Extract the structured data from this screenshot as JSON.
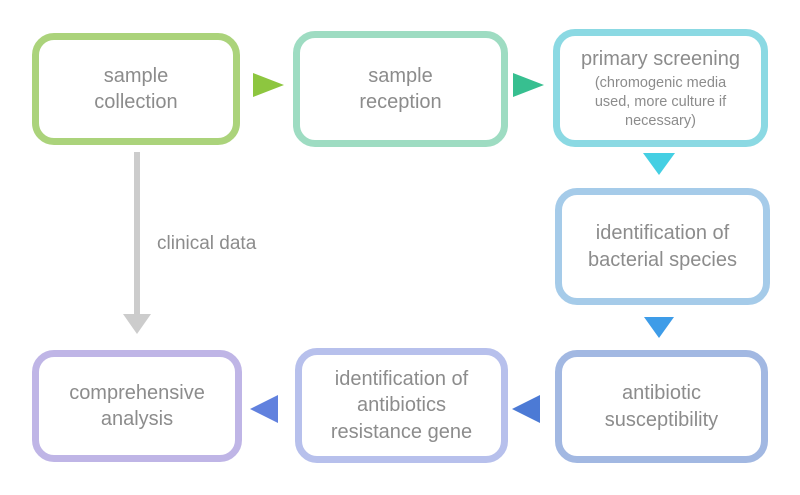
{
  "diagram": {
    "background": "#ffffff",
    "text_color": "#8c8c8c",
    "nodes": {
      "sample_collection": {
        "label": "sample\ncollection",
        "border_color": "#abd37b"
      },
      "sample_reception": {
        "label": "sample\nreception",
        "border_color": "#9edcc2"
      },
      "primary_screening": {
        "label": "primary screening",
        "note": "(chromogenic media\nused, more culture if\nnecessary)",
        "border_color": "#8bd9e3"
      },
      "bacterial_species": {
        "label": "identification of\nbacterial species",
        "border_color": "#a5cbe9"
      },
      "antibiotic_susceptibility": {
        "label": "antibiotic\nsusceptibility",
        "border_color": "#a2b8e2"
      },
      "resistance_gene": {
        "label": "identification of\nantibiotics\nresistance gene",
        "border_color": "#b7c0ec"
      },
      "comprehensive_analysis": {
        "label": "comprehensive\nanalysis",
        "border_color": "#bfb5e6"
      }
    },
    "arrows": {
      "collection_to_reception": {
        "direction": "right",
        "color": "#8dc63f"
      },
      "reception_to_screening": {
        "direction": "right",
        "color": "#37bf90"
      },
      "screening_to_species": {
        "direction": "down",
        "color": "#44cfe3"
      },
      "species_to_susceptibility": {
        "direction": "down",
        "color": "#3e9ce8"
      },
      "susceptibility_to_gene": {
        "direction": "left",
        "color": "#4c7ad5"
      },
      "gene_to_analysis": {
        "direction": "left",
        "color": "#6181de"
      },
      "clinical_data": {
        "direction": "down",
        "color": "#cccccc",
        "label": "clinical data"
      }
    }
  }
}
